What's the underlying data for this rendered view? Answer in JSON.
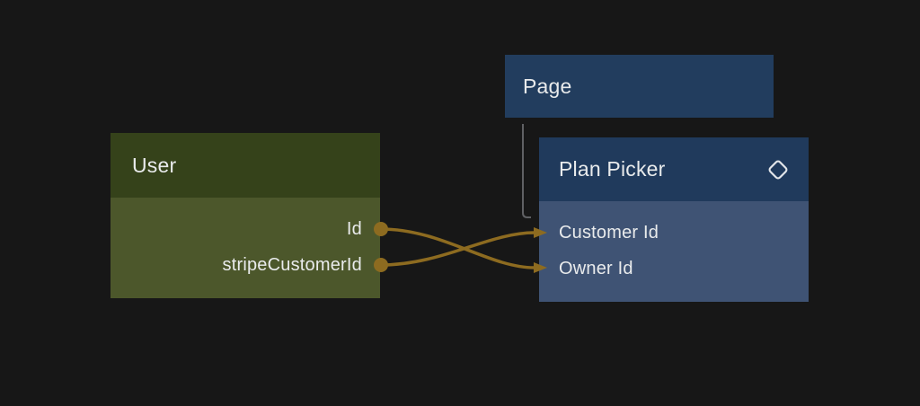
{
  "canvas": {
    "bg": "#171717",
    "text_color": "#e9ebec"
  },
  "colors": {
    "wire": "#8d6b20",
    "tree_link": "#606164",
    "icon_stroke": "#e3e6ea"
  },
  "nodes": {
    "page": {
      "title": "Page",
      "header_bg": "#223d5e"
    },
    "user": {
      "title": "User",
      "header_bg": "#35421a",
      "body_bg": "#4c572b",
      "outputs": [
        {
          "label": "Id"
        },
        {
          "label": "stripeCustomerId"
        }
      ]
    },
    "plan_picker": {
      "title": "Plan Picker",
      "header_bg": "#203a5c",
      "body_bg": "#3f5374",
      "icon": "diamond-icon",
      "inputs": [
        {
          "label": "Customer Id"
        },
        {
          "label": "Owner Id"
        }
      ]
    }
  },
  "connections": [
    {
      "from": "User.Id",
      "to": "Plan Picker.Owner Id"
    },
    {
      "from": "User.stripeCustomerId",
      "to": "Plan Picker.Customer Id"
    }
  ],
  "tree_links": [
    {
      "from": "Page",
      "to": "Plan Picker"
    }
  ]
}
